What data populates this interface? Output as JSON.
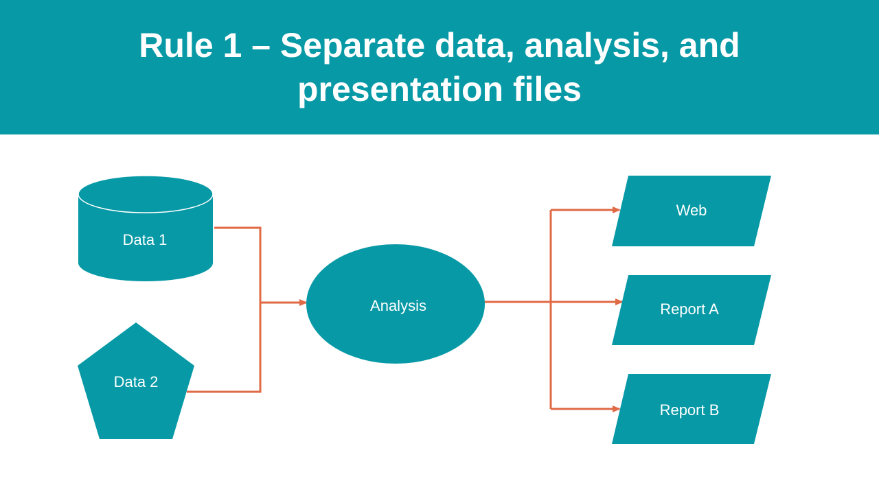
{
  "slide": {
    "title": "Rule 1 – Separate data, analysis, and presentation files"
  },
  "colors": {
    "title_bar": "#0799a6",
    "shape_fill": "#0799a6",
    "connector": "#e06a45",
    "title_text": "#ffffff",
    "node_text": "#ffffff"
  },
  "nodes": {
    "data1": {
      "label": "Data 1",
      "shape": "cylinder"
    },
    "data2": {
      "label": "Data 2",
      "shape": "pentagon"
    },
    "analysis": {
      "label": "Analysis",
      "shape": "ellipse"
    },
    "web": {
      "label": "Web",
      "shape": "parallelogram"
    },
    "report_a": {
      "label": "Report A",
      "shape": "parallelogram"
    },
    "report_b": {
      "label": "Report B",
      "shape": "parallelogram"
    }
  },
  "edges": [
    {
      "from": "Data 1",
      "to": "Analysis"
    },
    {
      "from": "Data 2",
      "to": "Analysis"
    },
    {
      "from": "Analysis",
      "to": "Web"
    },
    {
      "from": "Analysis",
      "to": "Report A"
    },
    {
      "from": "Analysis",
      "to": "Report B"
    }
  ]
}
